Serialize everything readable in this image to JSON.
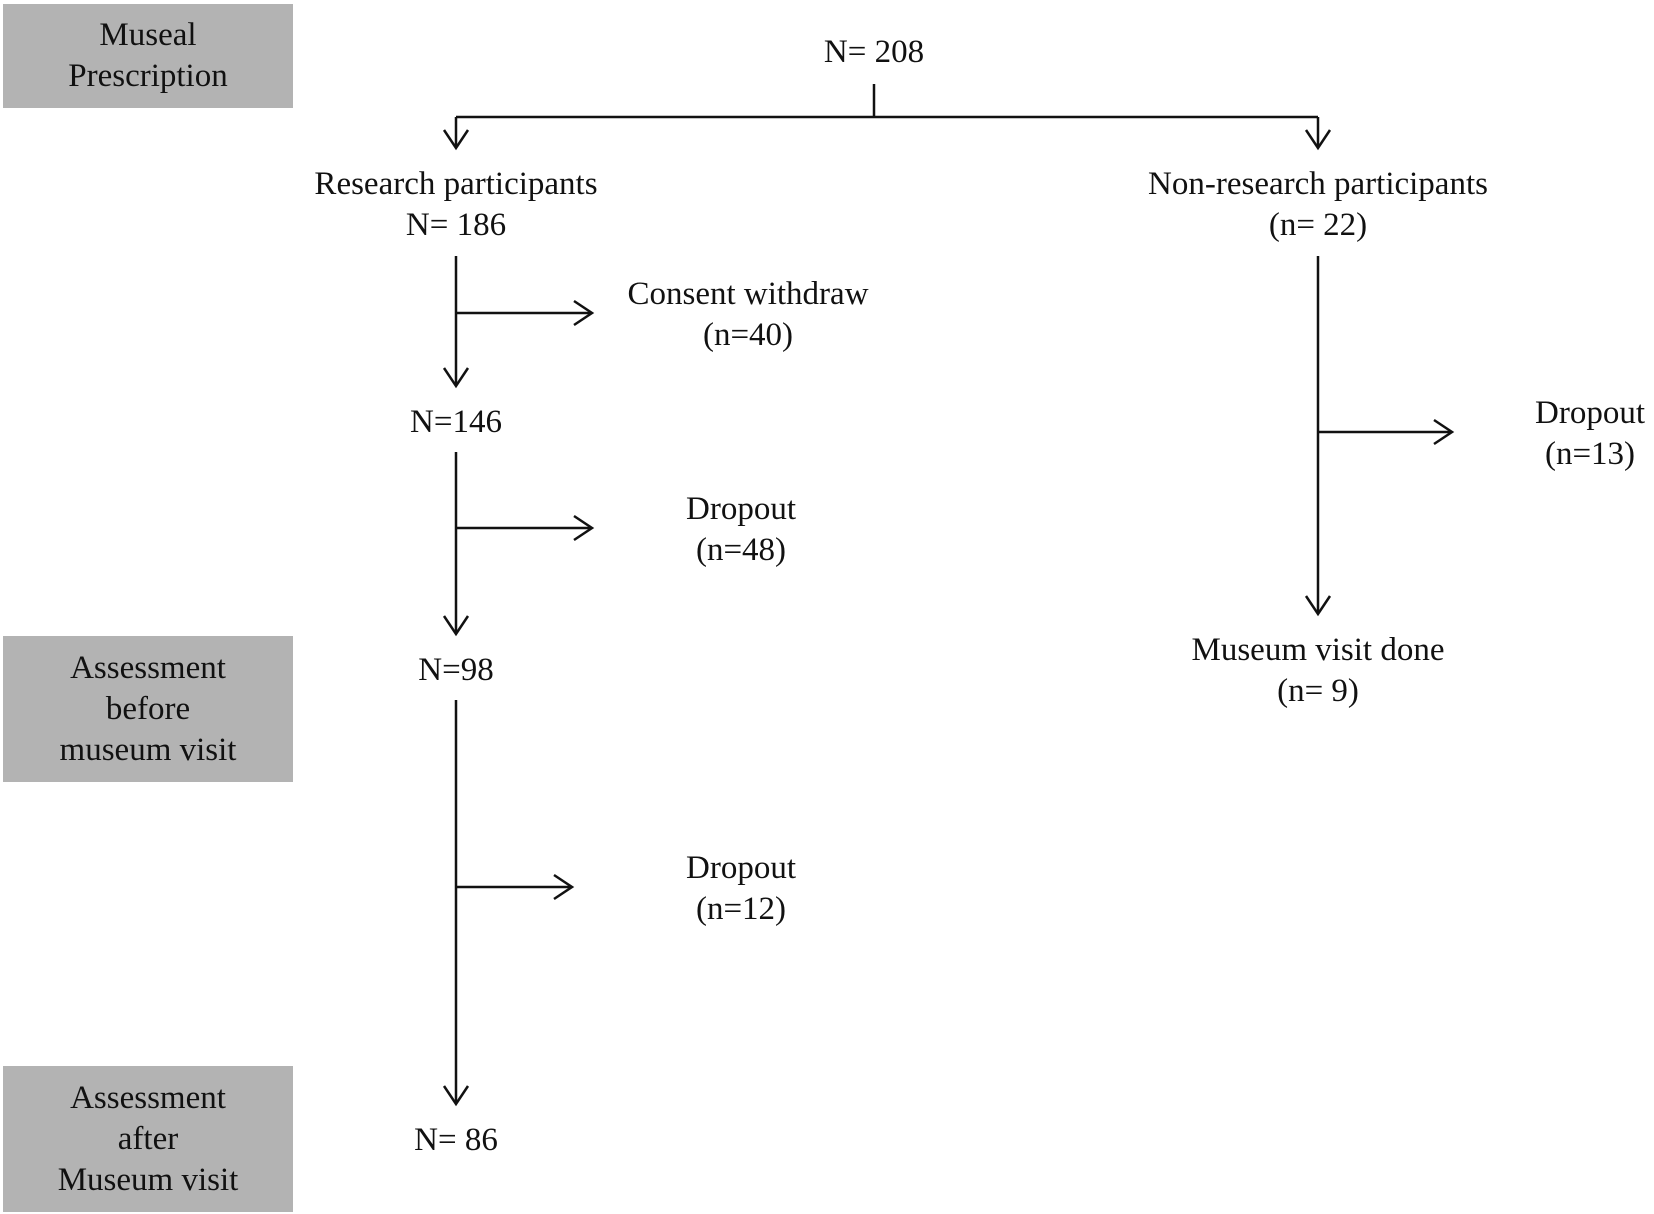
{
  "phases": {
    "prescription": [
      "Museal",
      "Prescription"
    ],
    "before": [
      "Assessment",
      "before",
      "museum visit"
    ],
    "after": [
      "Assessment",
      "after",
      "Museum visit"
    ]
  },
  "nodes": {
    "total": "N= 208",
    "research_title": "Research participants",
    "research_n": "N= 186",
    "nonresearch_title": "Non-research participants",
    "nonresearch_n": "(n= 22)",
    "after_consent": "N=146",
    "before_visit": "N=98",
    "after_visit": "N= 86",
    "visit_done_title": "Museum visit done",
    "visit_done_n": "(n= 9)"
  },
  "exclusions": {
    "consent": [
      "Consent withdraw",
      "(n=40)"
    ],
    "dropout1": [
      "Dropout",
      "(n=48)"
    ],
    "dropout2": [
      "Dropout",
      "(n=12)"
    ],
    "dropout_nonresearch": [
      "Dropout",
      "(n=13)"
    ]
  }
}
